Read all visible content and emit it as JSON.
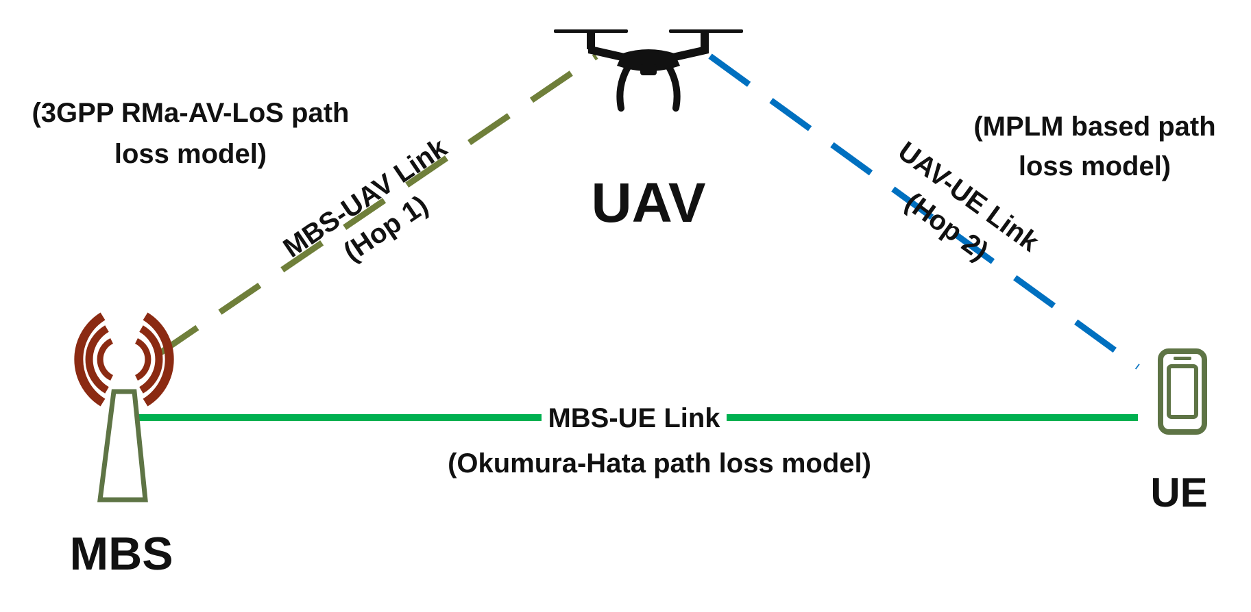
{
  "nodes": {
    "uav": {
      "label": "UAV"
    },
    "mbs": {
      "label": "MBS"
    },
    "ue": {
      "label": "UE"
    }
  },
  "links": {
    "mbs_uav": {
      "line1": "MBS-UAV Link",
      "line2": "(Hop 1)",
      "model_line1": "(3GPP RMa-AV-LoS path",
      "model_line2": "loss model)",
      "color": "#6f7f3a"
    },
    "uav_ue": {
      "line1": "UAV-UE Link",
      "line2": "(Hop 2)",
      "model_line1": "(MPLM based path",
      "model_line2": "loss model)",
      "color": "#0070c0"
    },
    "mbs_ue": {
      "line1": "MBS-UE Link",
      "model": "(Okumura-Hata path loss model)",
      "color": "#00b050"
    }
  },
  "colors": {
    "tower_body": "#5e7445",
    "tower_waves": "#8b2a12",
    "phone": "#5e7445",
    "drone": "#111111",
    "text": "#111111"
  },
  "icons": {
    "mbs": "cell-tower-icon",
    "uav": "drone-icon",
    "ue": "smartphone-icon"
  }
}
